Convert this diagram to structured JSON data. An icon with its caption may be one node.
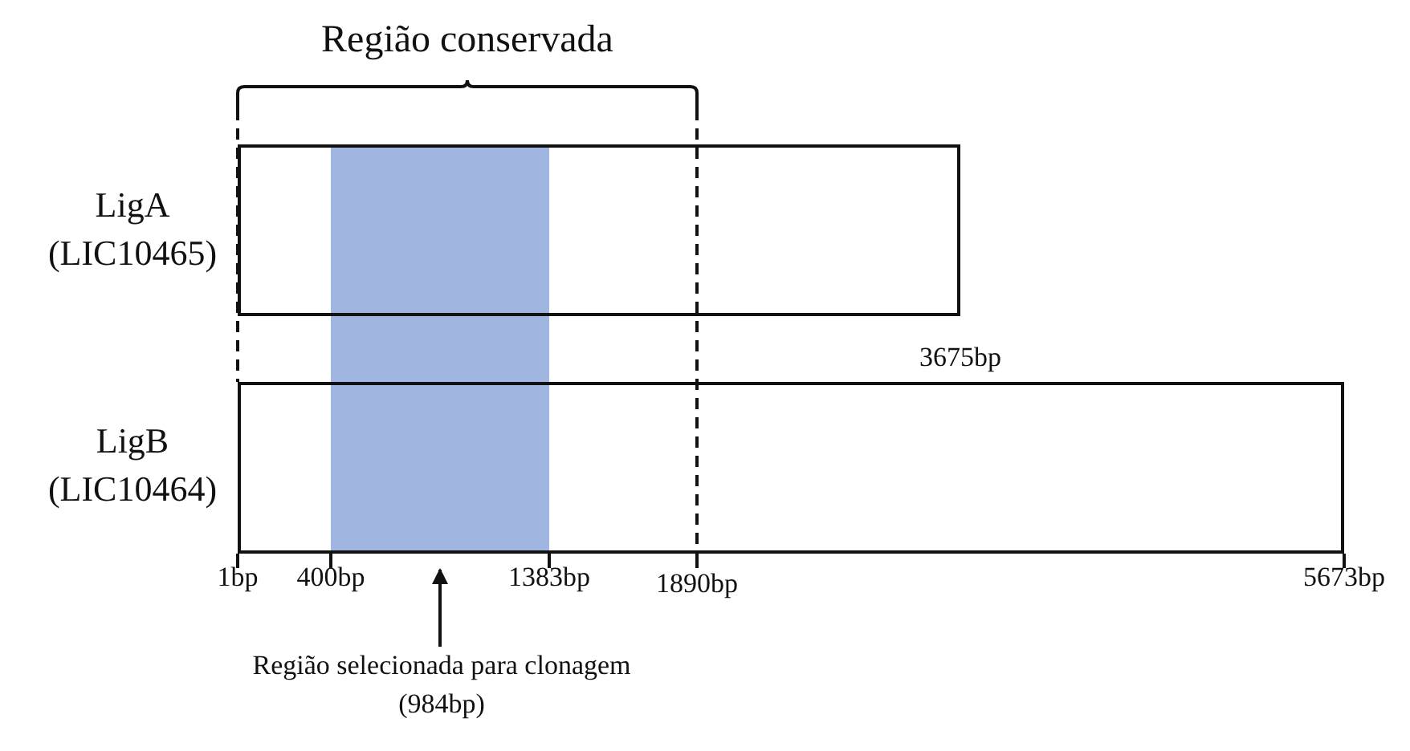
{
  "diagram": {
    "nodes": [
      {
        "text": [],
        "shape": "bar",
        "beside": [
          "LigA (LIC10465)"
        ]
      },
      {
        "text": [],
        "shape": "bar",
        "beside": [
          "LigB (LIC10464)"
        ]
      },
      {
        "text": [],
        "shape": "bar"
      },
      {
        "text": [
          "Região selecionada para clonagem (984bp)"
        ]
      }
    ],
    "edges": [
      {
        "from": 3,
        "to": 2,
        "arrow": "to"
      }
    ],
    "labels": [
      "Região conservada",
      "3675bp",
      "1bp",
      "400bp",
      "1383bp",
      "1890bp",
      "5673bp"
    ]
  }
}
